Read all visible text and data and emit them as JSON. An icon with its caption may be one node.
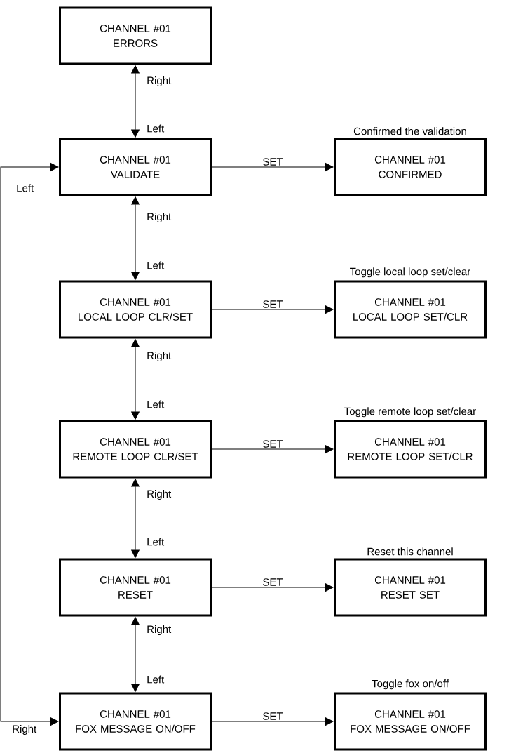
{
  "diagram": {
    "nodes": [
      {
        "text": [
          "CHANNEL #01",
          "ERRORS"
        ]
      },
      {
        "text": [
          "CHANNEL #01",
          "VALIDATE"
        ]
      },
      {
        "text": [
          "CHANNEL #01",
          "CONFIRMED"
        ],
        "beside": [
          "Confirmed the validation"
        ]
      },
      {
        "text": [
          "CHANNEL #01",
          "LOCAL LOOP CLR/SET"
        ]
      },
      {
        "text": [
          "CHANNEL #01",
          "LOCAL LOOP  SET/CLR"
        ],
        "beside": [
          "Toggle local loop set/clear"
        ]
      },
      {
        "text": [
          "CHANNEL #01",
          "REMOTE LOOP CLR/SET"
        ]
      },
      {
        "text": [
          "CHANNEL #01",
          "REMOTE LOOP SET/CLR"
        ],
        "beside": [
          "Toggle remote loop set/clear"
        ]
      },
      {
        "text": [
          "CHANNEL #01",
          "RESET"
        ]
      },
      {
        "text": [
          "CHANNEL #01",
          "RESET SET"
        ],
        "beside": [
          "Reset this channel"
        ]
      },
      {
        "text": [
          "CHANNEL #01",
          "FOX MESSAGE ON/OFF"
        ]
      },
      {
        "text": [
          "CHANNEL #01",
          "FOX MESSAGE ON/OFF"
        ],
        "beside": [
          "Toggle fox on/off"
        ]
      }
    ],
    "edges": [
      {
        "from": 0,
        "to": 1,
        "arrow": "both"
      },
      {
        "from": 1,
        "to": 2,
        "arrow": "to",
        "label": "SET"
      },
      {
        "from": 1,
        "to": 3,
        "arrow": "both"
      },
      {
        "from": 3,
        "to": 4,
        "arrow": "to",
        "label": "SET"
      },
      {
        "from": 3,
        "to": 5,
        "arrow": "both"
      },
      {
        "from": 5,
        "to": 6,
        "arrow": "to",
        "label": "SET"
      },
      {
        "from": 5,
        "to": 7,
        "arrow": "both"
      },
      {
        "from": 7,
        "to": 8,
        "arrow": "to",
        "label": "SET"
      },
      {
        "from": 7,
        "to": 9,
        "arrow": "both"
      },
      {
        "from": 9,
        "to": 10,
        "arrow": "to",
        "label": "SET"
      },
      {
        "from": 1,
        "to": 9,
        "arrow": "both"
      }
    ],
    "labels": [
      "Right",
      "Left",
      "Left",
      "Right",
      "Left",
      "Right",
      "Left",
      "Right",
      "Left",
      "Right",
      "Left",
      "Right"
    ]
  }
}
